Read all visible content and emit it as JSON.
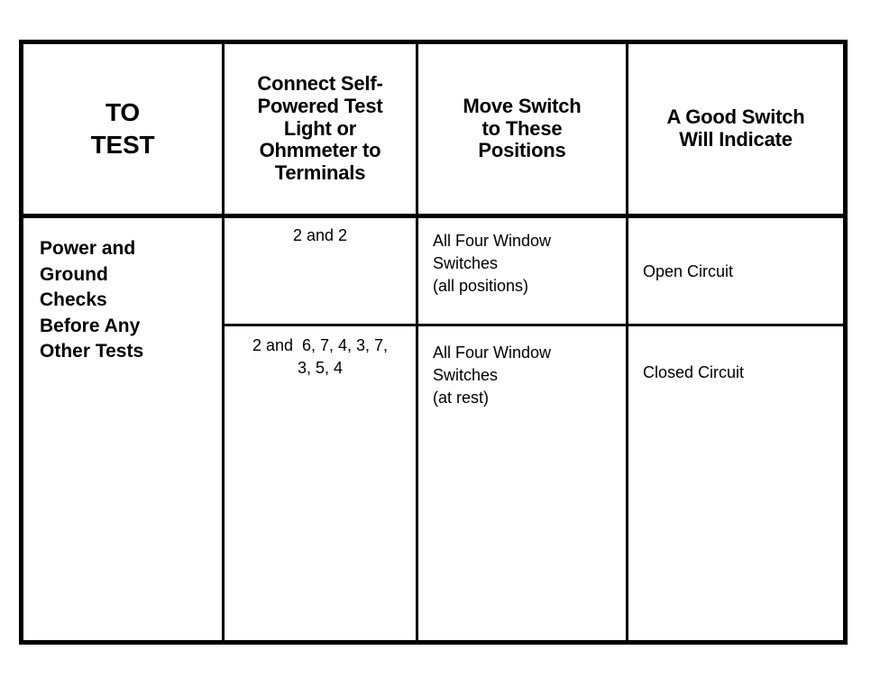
{
  "document": {
    "type": "reference-table",
    "background_color": "#ffffff",
    "text_color": "#000000",
    "border_color": "#000000"
  },
  "table": {
    "headers": [
      {
        "id": "to-test",
        "lines": [
          "TO",
          "TEST"
        ]
      },
      {
        "id": "connect-to",
        "lines": [
          "Connect Self-",
          "Powered Test",
          "Light or",
          "Ohmmeter to",
          "Terminals"
        ]
      },
      {
        "id": "switch-positions",
        "lines": [
          "Move Switch",
          "to These",
          "Positions"
        ]
      },
      {
        "id": "good-switch",
        "lines": [
          "A Good Switch",
          "Will Indicate"
        ]
      }
    ],
    "row_group": {
      "label_lines": [
        "Power and",
        "Ground",
        "Checks",
        "Before Any",
        "Other Tests"
      ]
    },
    "rows": [
      {
        "id": "row-open-circuit",
        "terminals": [
          "2 and 2"
        ],
        "switch_positions": [
          "All Four Window",
          "Switches",
          "(all positions)"
        ],
        "result": "Open Circuit"
      },
      {
        "id": "row-closed-circuit",
        "terminals": [
          "2 and  6, 7, 4, 3, 7,",
          "3, 5, 4"
        ],
        "switch_positions": [
          "All Four Window",
          "Switches",
          "(at rest)"
        ],
        "result": "Closed Circuit"
      }
    ]
  }
}
